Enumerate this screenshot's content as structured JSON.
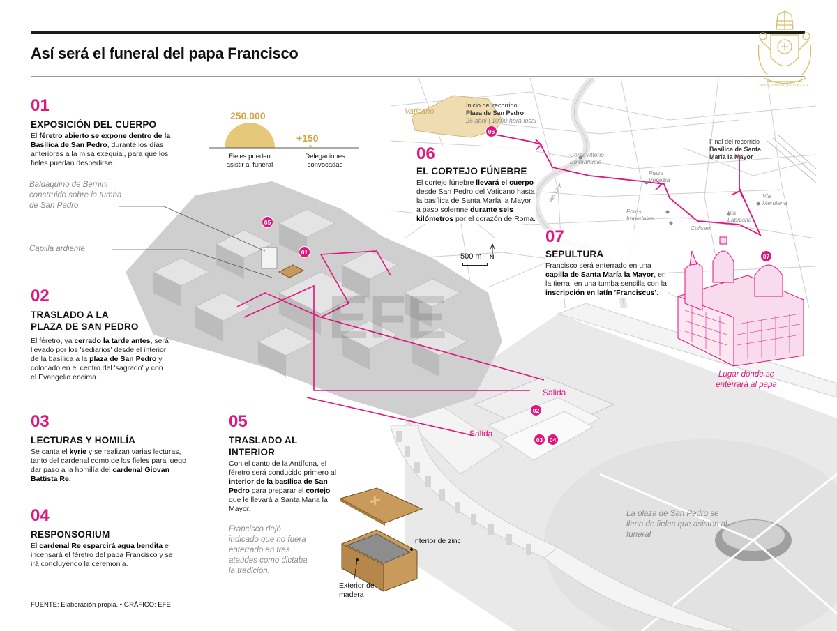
{
  "title": "Así será el funeral del papa Francisco",
  "sections": {
    "s01": {
      "num": "01",
      "heading": "EXPOSICIÓN DEL CUERPO",
      "text_html": "El <b>féretro abierto se expone dentro de la Basílica de San Pedro</b>, durante los días anteriores a la misa exequial, para que los fieles puedan despedirse."
    },
    "s02": {
      "num": "02",
      "heading1": "TRASLADO A LA",
      "heading2": "PLAZA DE SAN PEDRO",
      "text_html": "El féretro, ya <b>cerrado la tarde antes</b>, será llevado por los 'sediarios' desde el interior de la basílica a la <b>plaza de San Pedro</b> y colocado en el centro del 'sagrado' y con el Evangelio encima."
    },
    "s03": {
      "num": "03",
      "heading": "LECTURAS Y HOMILÍA",
      "text_html": "Se canta el <b>kyrie</b> y se realizan varias lecturas, tanto del cardenal como de los fieles para luego dar paso a la homilía del <b>cardenal Giovan Battista Re.</b>"
    },
    "s04": {
      "num": "04",
      "heading": "RESPONSORIUM",
      "text_html": "El <b>cardenal Re esparcirá agua bendita</b> e incensará el féretro del papa Francisco y se irá concluyendo la ceremonia."
    },
    "s05": {
      "num": "05",
      "heading": "TRASLADO AL INTERIOR",
      "text_html": "Con el canto de la Antífona, el féretro será conducido primero al <b>interior de la basílica de San Pedro</b> para preparar el <b>cortejo</b> que le llevará a Santa Maria la Mayor."
    },
    "s06": {
      "num": "06",
      "heading": "EL CORTEJO FÚNEBRE",
      "text_html": "El cortejo fúnebre <b>llevará el cuerpo</b> desde San Pedro del Vaticano hasta la basílica de Santa María la Mayor a paso solemne <b>durante seis kilómetros</b> por el corazón de Roma."
    },
    "s07": {
      "num": "07",
      "heading": "SEPULTURA",
      "text_html": "Francisco será enterrado en una <b>capilla de Santa María la Mayor</b>, en la tierra, en una tumba sencilla con la <b>inscripción en latín 'Franciscus'</b>."
    }
  },
  "stats": {
    "faithful_value": "250.000",
    "faithful_label": "Fieles pueden asistir al funeral",
    "delegations_value": "+150",
    "delegations_label": "Delegaciones convocadas",
    "faithful_count": 250000,
    "delegations_count": 150
  },
  "notes": {
    "baldaquino": "Baldaquino de Bernini construido sobre la tumba de San Pedro",
    "capilla": "Capilla ardiente",
    "ataudes": "Francisco dejó indicado que no fuera enterrado en tres ataúdes como dictaba la tradición.",
    "plaza": "La plaza de San Pedro se llena de fieles que asisten al funeral",
    "lugar": "Lugar donde se enterrará al papa"
  },
  "coffin": {
    "interior": "Interior de zinc",
    "exterior": "Exterior de madera"
  },
  "map": {
    "vaticano": "Vaticano",
    "start_line1": "Inicio del recorrido",
    "start_line2": "Plaza de San Pedro",
    "start_line3": "26 abril | 10:00 hora local",
    "end_line1": "Final del recorrido",
    "end_line2": "Basílica de Santa María la Mayor",
    "corso": "CorsoVittorio Emmanuele",
    "venezia": "Plaza Venezia",
    "foros": "Foros Imperiales",
    "coliseo": "Coliseo",
    "merulana": "Via Merulana",
    "labicana": "Via Labicana",
    "tevere": "Río Tíber",
    "scale": "500 m",
    "north": "N"
  },
  "salida1": "Salida",
  "salida2": "Salida",
  "pins": [
    "01",
    "02",
    "03",
    "04",
    "05",
    "06",
    "07"
  ],
  "watermark": "EFE",
  "source": "FUENTE: Elaboración propia. • GRÁFICO: EFE",
  "colors": {
    "accent": "#e0157e",
    "gold": "#e6c87a",
    "building": "#d4d4d4",
    "wood": "#c89a5c"
  }
}
